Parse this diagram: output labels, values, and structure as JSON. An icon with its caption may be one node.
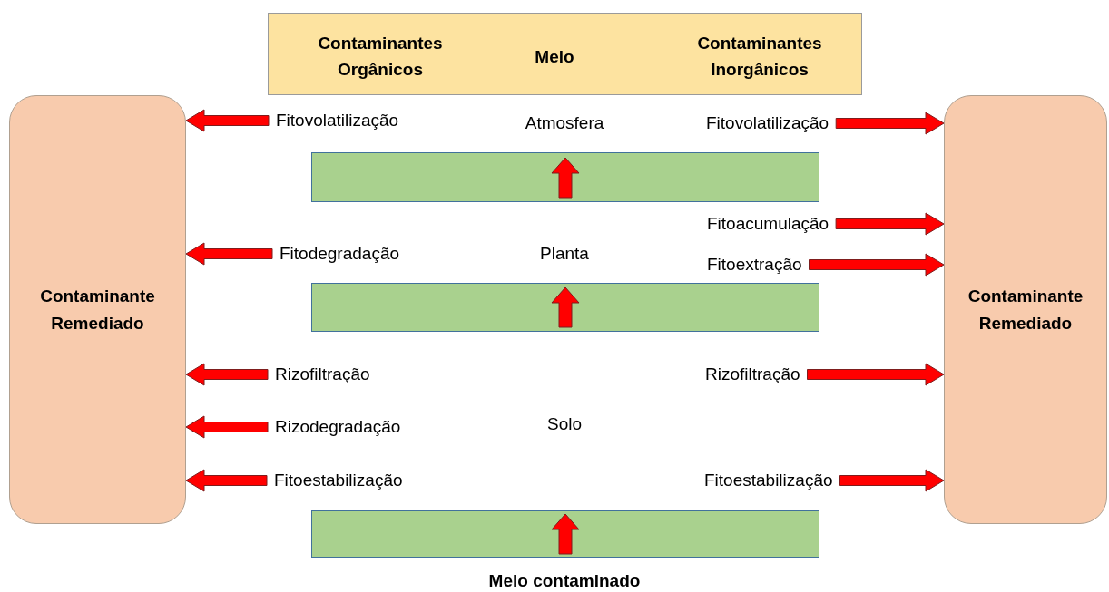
{
  "diagram": {
    "nodes": [
      {
        "text": [
          "Contaminantes Orgânicos",
          "Meio",
          "Contaminantes Inorgânicos"
        ]
      },
      {
        "text": [
          "Contaminante Remediado"
        ]
      },
      {
        "text": [
          "Contaminante Remediado"
        ]
      },
      {
        "text": [
          "Fitovolatilização"
        ]
      },
      {
        "text": [
          "Fitovolatilização"
        ]
      },
      {
        "text": [],
        "shape": "bar"
      },
      {
        "text": [
          "Fitoacumulação"
        ]
      },
      {
        "text": [
          "Fitodegradação"
        ]
      },
      {
        "text": [
          "Fitoextração"
        ]
      },
      {
        "text": [],
        "shape": "bar"
      },
      {
        "text": [
          "Rizofiltração"
        ]
      },
      {
        "text": [
          "Rizofiltração"
        ]
      },
      {
        "text": [
          "Rizodegradação"
        ]
      },
      {
        "text": [
          "Fitoestabilização"
        ]
      },
      {
        "text": [
          "Fitoestabilização"
        ]
      },
      {
        "text": [],
        "shape": "bar"
      }
    ],
    "edges": [
      {
        "from": 3,
        "to": 1,
        "arrow": "to"
      },
      {
        "from": 4,
        "to": 2,
        "arrow": "to"
      },
      {
        "from": 6,
        "to": 2,
        "arrow": "to"
      },
      {
        "from": 7,
        "to": 1,
        "arrow": "to"
      },
      {
        "from": 8,
        "to": 2,
        "arrow": "to"
      },
      {
        "from": 10,
        "to": 1,
        "arrow": "to"
      },
      {
        "from": 11,
        "to": 2,
        "arrow": "to"
      },
      {
        "from": 12,
        "to": 1,
        "arrow": "to"
      },
      {
        "from": 13,
        "to": 1,
        "arrow": "to"
      },
      {
        "from": 14,
        "to": 2,
        "arrow": "to"
      }
    ],
    "labels": [
      "Atmosfera",
      "Planta",
      "Solo",
      "Meio contaminado"
    ]
  }
}
